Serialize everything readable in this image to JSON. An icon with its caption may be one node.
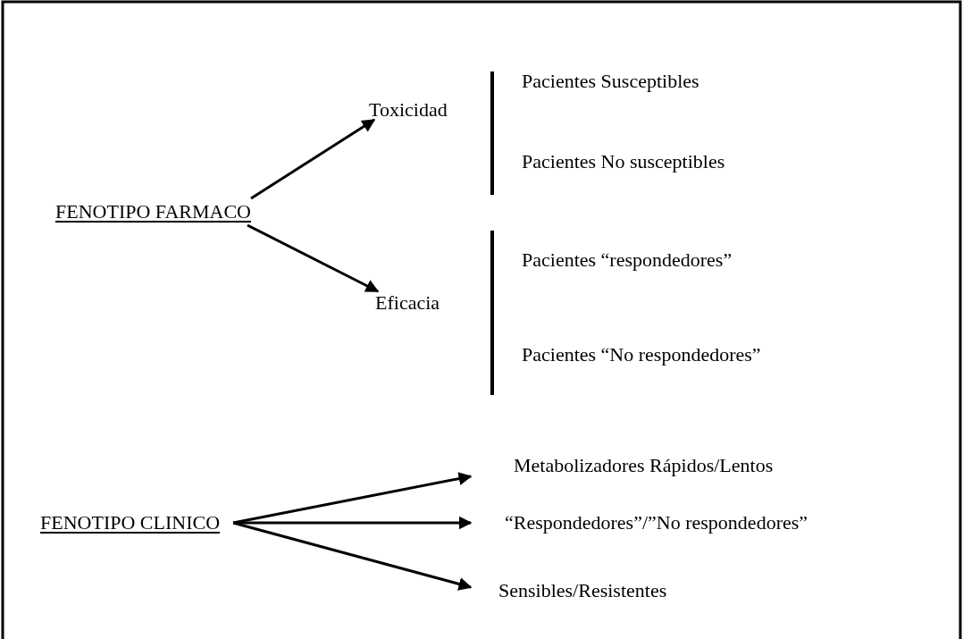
{
  "diagram": {
    "nodes": [
      {
        "text": [
          "FENOTIPO FARMACO"
        ]
      },
      {
        "text": [
          "Toxicidad"
        ]
      },
      {
        "text": [
          "Eficacia"
        ]
      },
      {
        "text": [
          "FENOTIPO CLINICO"
        ]
      },
      {
        "text": [
          "Metabolizadores Rápidos/Lentos"
        ]
      },
      {
        "text": [
          "“Respondedores”/”No respondedores”"
        ]
      },
      {
        "text": [
          "Sensibles/Resistentes"
        ]
      }
    ],
    "edges": [
      {
        "from": 0,
        "to": 1,
        "arrow": "to"
      },
      {
        "from": 0,
        "to": 2,
        "arrow": "to"
      },
      {
        "from": 3,
        "to": 4,
        "arrow": "to"
      },
      {
        "from": 3,
        "to": 5,
        "arrow": "to"
      },
      {
        "from": 3,
        "to": 6,
        "arrow": "to"
      }
    ],
    "labels": [
      "Pacientes Susceptibles",
      "Pacientes No susceptibles",
      "Pacientes “respondedores”",
      "Pacientes “No respondedores”"
    ]
  }
}
